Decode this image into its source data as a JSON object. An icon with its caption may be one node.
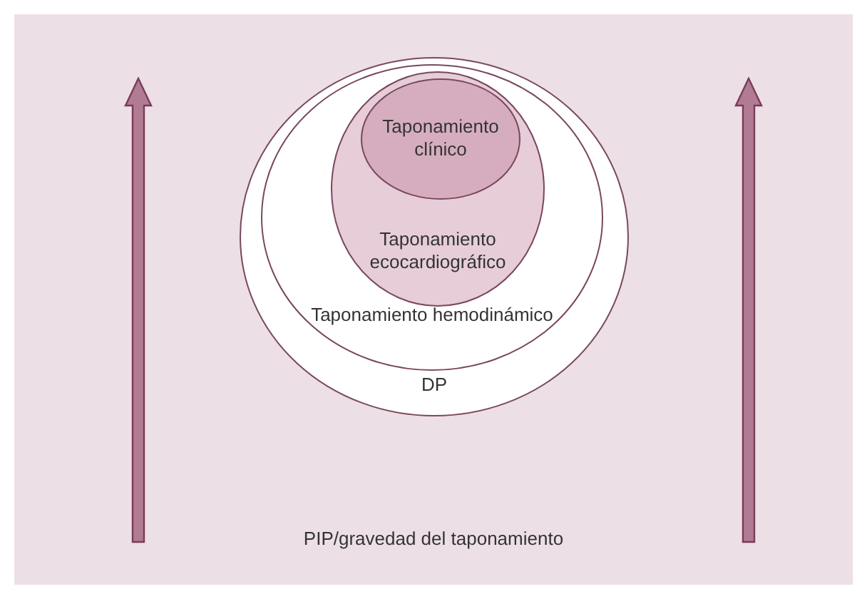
{
  "diagram": {
    "nodes": [
      {
        "text": [
          "DP"
        ]
      },
      {
        "text": [
          "Taponamiento hemodinámico"
        ],
        "in": 0
      },
      {
        "text": [
          "Taponamiento ecocardiográfico"
        ],
        "in": 1
      },
      {
        "text": [
          "Taponamiento clínico"
        ],
        "in": 2
      }
    ],
    "labels": [
      "PIP/gravedad del taponamiento"
    ]
  }
}
